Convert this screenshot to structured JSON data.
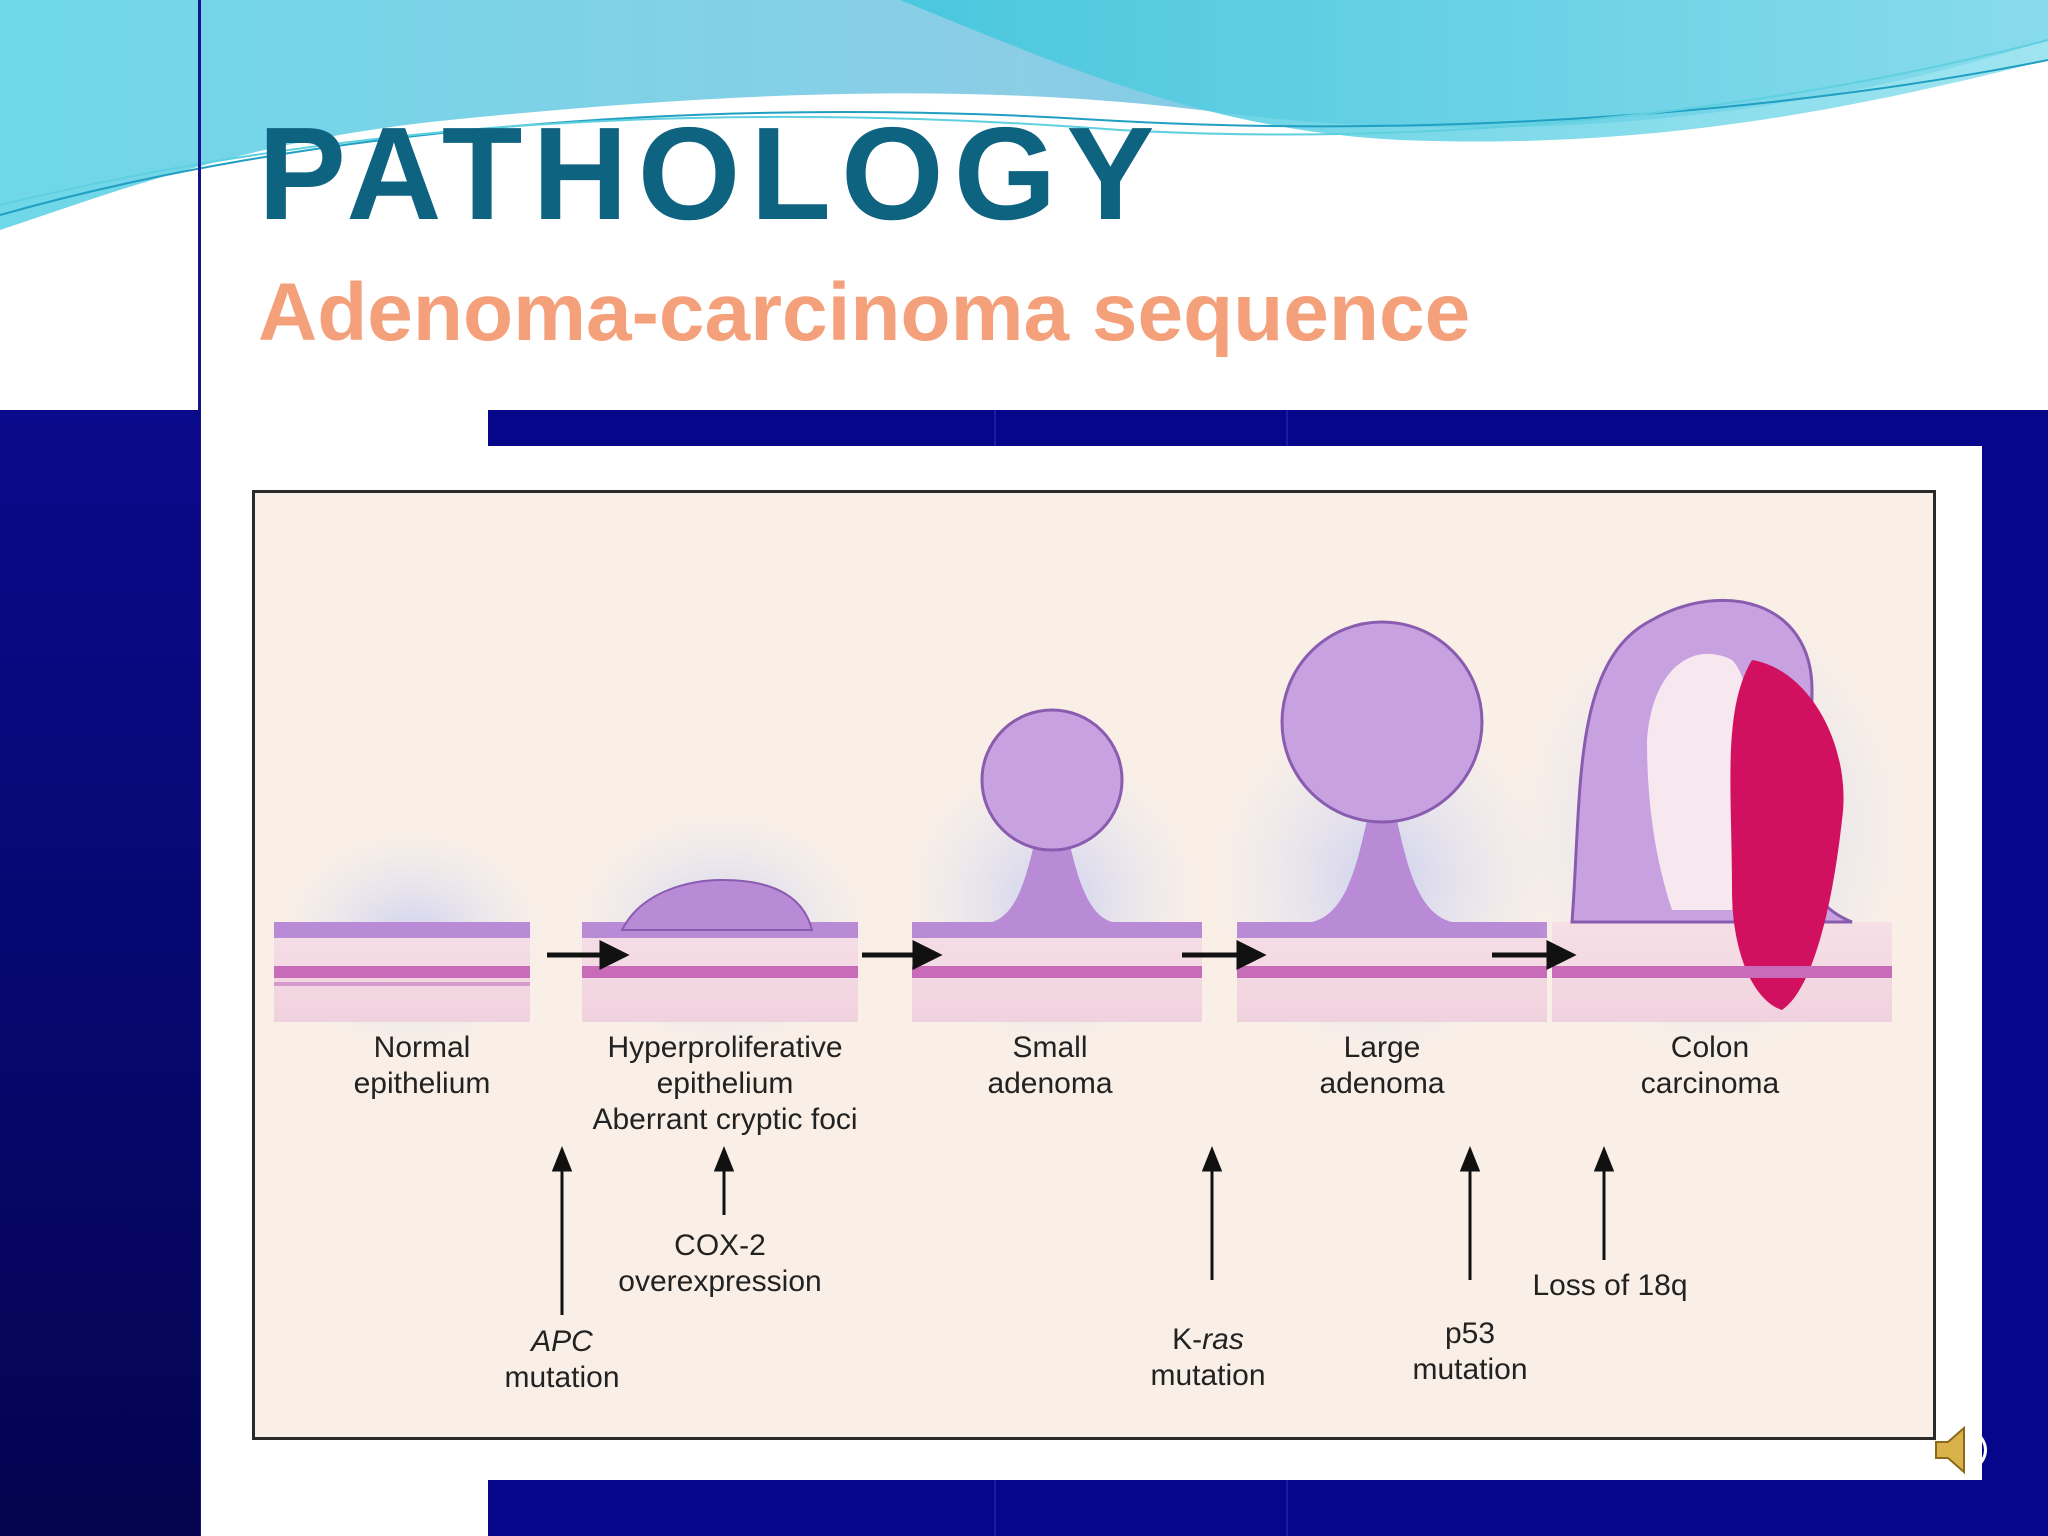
{
  "slide": {
    "title": "PATHOLOGY",
    "subtitle": "Adenoma-carcinoma sequence"
  },
  "figure": {
    "stages": [
      {
        "line1": "Normal",
        "line2": "epithelium",
        "line3": ""
      },
      {
        "line1": "Hyperproliferative",
        "line2": "epithelium",
        "line3": "Aberrant cryptic foci"
      },
      {
        "line1": "Small",
        "line2": "adenoma",
        "line3": ""
      },
      {
        "line1": "Large",
        "line2": "adenoma",
        "line3": ""
      },
      {
        "line1": "Colon",
        "line2": "carcinoma",
        "line3": ""
      }
    ],
    "events": [
      {
        "line1": "APC",
        "line2": "mutation"
      },
      {
        "line1": "COX-2",
        "line2": "overexpression"
      },
      {
        "line1prefix": "K-",
        "line1italic": "ras",
        "line2": "mutation"
      },
      {
        "line1": "p53",
        "line2": "mutation"
      },
      {
        "line1": "Loss of 18q",
        "line2": ""
      }
    ]
  },
  "colors": {
    "title": "#0e6380",
    "subtitle": "#f4a07a",
    "background_blue": "#06068a",
    "tissue_purple": "#b98ad6",
    "carcinoma_magenta": "#d1105f"
  },
  "icons": {
    "audio": "speaker-icon"
  }
}
